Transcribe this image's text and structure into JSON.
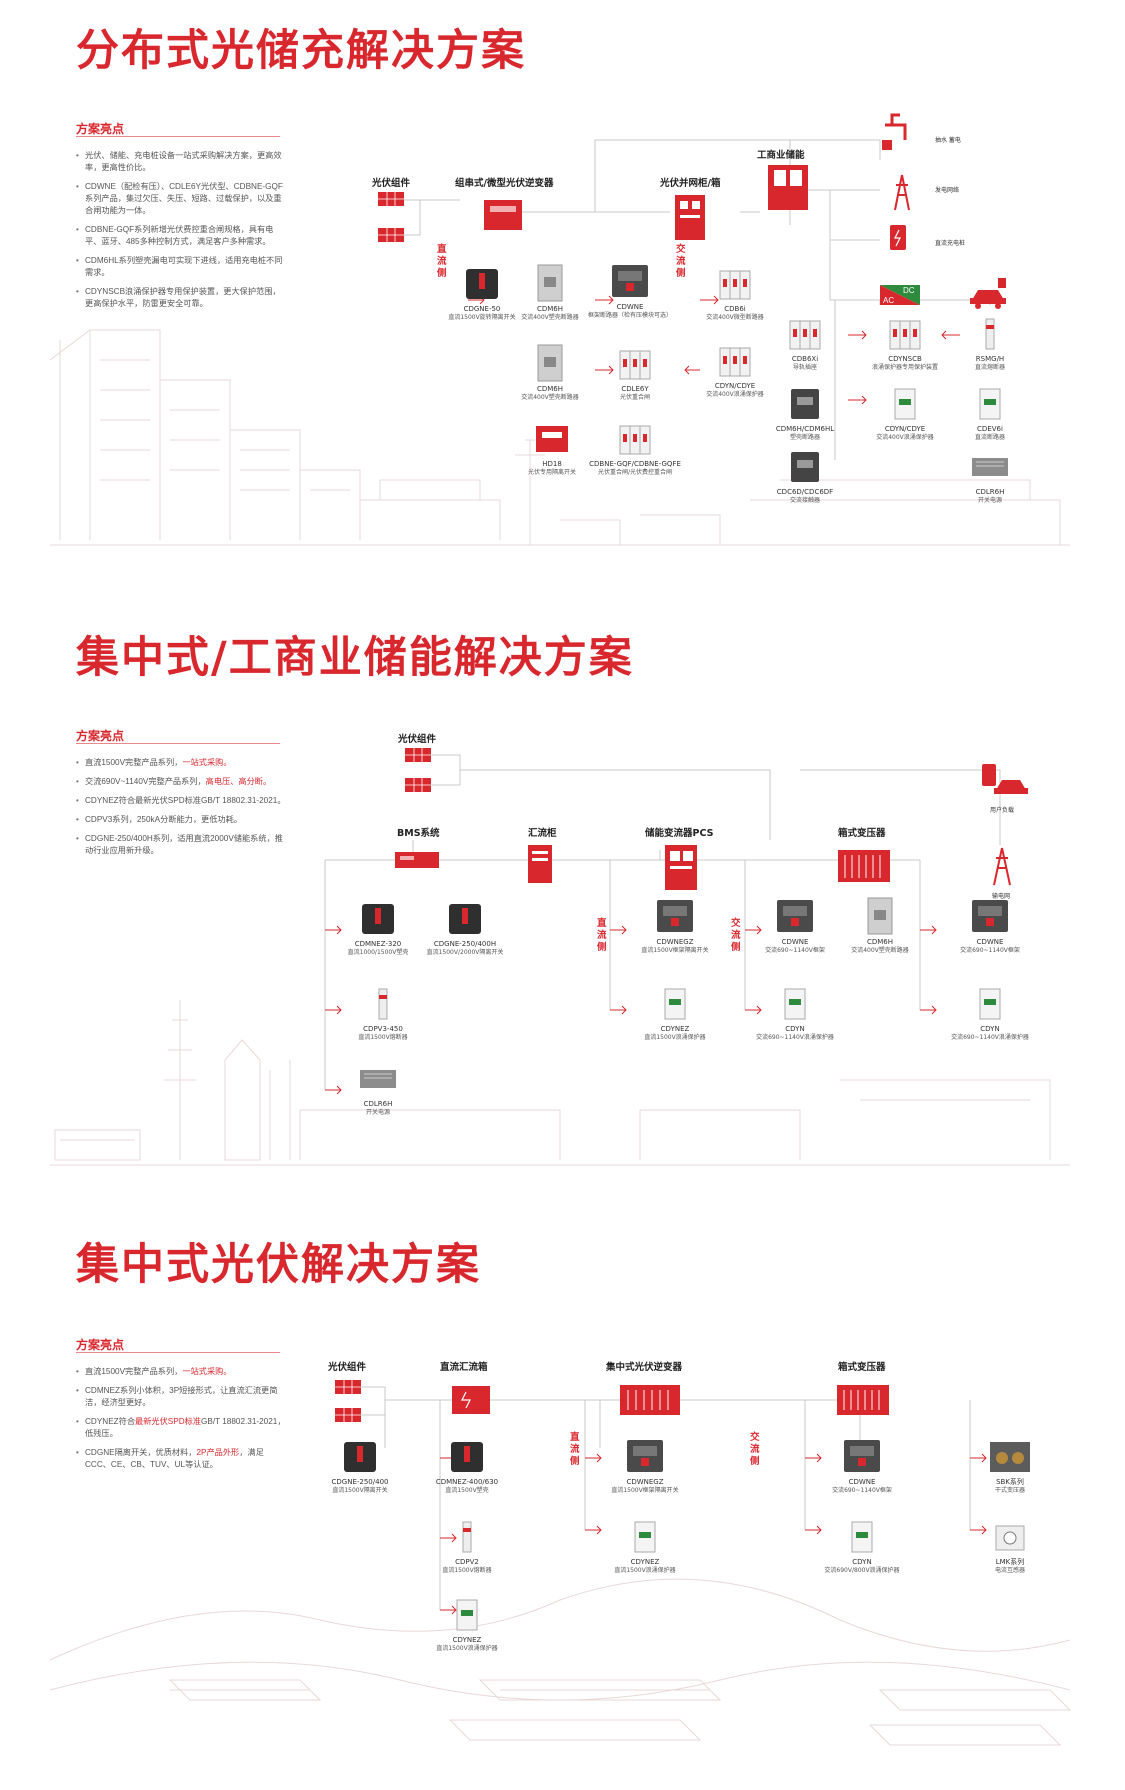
{
  "section1": {
    "title": "分布式光储充解决方案",
    "highlights_title": "方案亮点",
    "highlights": [
      {
        "text": "光伏、储能、充电桩设备一站式采购解决方案，更高效率，更高性价比。"
      },
      {
        "text": "CDWNE（配检有压）、CDLE6Y光伏型、CDBNE-GQF系列产品，集过欠压、失压、短路、过载保护，以及重合闸功能为一体。"
      },
      {
        "text": "CDBNE-GQF系列新增光伏费控重合闸规格，具有电平、蓝牙、485多种控制方式，满足客户多种需求。"
      },
      {
        "text": "CDM6HL系列塑壳漏电可实现下进线，适用充电桩不同需求。"
      },
      {
        "text": "CDYNSCB浪涌保护器专用保护装置，更大保护范围，更高保护水平，防雷更安全可靠。"
      }
    ],
    "nodes": {
      "pv": "光伏组件",
      "inverter": "组串式/微型光伏逆变器",
      "grid_cabinet": "光伏并网柜/箱",
      "storage": "工商业储能"
    },
    "right_icons": {
      "pump": "抽水 蓄电",
      "grid": "发电网络",
      "charger": "直流充电桩"
    },
    "dc_side": "直流侧",
    "ac_side": "交流侧",
    "acdc": {
      "ac": "AC",
      "dc": "DC"
    },
    "devices": [
      {
        "name": "CDGNE-50",
        "desc": "直流1500V旋转隔离开关"
      },
      {
        "name": "CDM6H",
        "desc": "交流400V塑壳断路器"
      },
      {
        "name": "CDWNE",
        "desc": "框架断路器（检有压模块可选）"
      },
      {
        "name": "CDB6i",
        "desc": "交流400V微型断路器"
      },
      {
        "name": "CDM6H",
        "desc": "交流400V塑壳断路器"
      },
      {
        "name": "CDLE6Y",
        "desc": "光伏重合闸"
      },
      {
        "name": "CDYN/CDYE",
        "desc": "交流400V浪涌保护器"
      },
      {
        "name": "HD18",
        "desc": "光伏专用隔离开关"
      },
      {
        "name": "CDBNE-GQF/CDBNE-GQFE",
        "desc": "光伏重合闸/光伏费控重合闸"
      },
      {
        "name": "CDB6Xi",
        "desc": "导轨插座"
      },
      {
        "name": "CDYNSCB",
        "desc": "浪涌保护器专用保护装置"
      },
      {
        "name": "RSMG/H",
        "desc": "直流熔断器"
      },
      {
        "name": "CDM6H/CDM6HL",
        "desc": "塑壳断路器"
      },
      {
        "name": "CDYN/CDYE",
        "desc": "交流400V浪涌保护器"
      },
      {
        "name": "CDEV6i",
        "desc": "直流断路器"
      },
      {
        "name": "CDC6D/CDC6DF",
        "desc": "交流接触器"
      },
      {
        "name": "CDLR6H",
        "desc": "开关电源"
      }
    ]
  },
  "section2": {
    "title": "集中式/工商业储能解决方案",
    "highlights_title": "方案亮点",
    "highlights": [
      {
        "text": "直流1500V完整产品系列，",
        "red": "一站式采购。"
      },
      {
        "text": "交流690V~1140V完整产品系列，",
        "red": "高电压、高分断。"
      },
      {
        "text": "CDYNEZ符合最新光伏SPD标准GB/T 18802.31-2021。"
      },
      {
        "text": "CDPV3系列，250kA分断能力，更低功耗。"
      },
      {
        "text": "CDGNE-250/400H系列，适用直流2000V储能系统，推动行业应用新升级。"
      }
    ],
    "nodes": {
      "pv": "光伏组件",
      "bms": "BMS系统",
      "combiner": "汇流柜",
      "pcs": "储能变流器PCS",
      "transformer": "箱式变压器"
    },
    "right_icons": {
      "load": "用户负载",
      "grid": "输电网"
    },
    "dc_side": "直流侧",
    "ac_side": "交流侧",
    "devices": [
      {
        "name": "CDMNEZ-320",
        "desc": "直流1000/1500V塑壳"
      },
      {
        "name": "CDGNE-250/400H",
        "desc": "直流1500V/2000V隔离开关"
      },
      {
        "name": "CDWNEGZ",
        "desc": "直流1500V框架隔离开关"
      },
      {
        "name": "CDWNE",
        "desc": "交流690~1140V框架"
      },
      {
        "name": "CDM6H",
        "desc": "交流400V塑壳断路器"
      },
      {
        "name": "CDWNE",
        "desc": "交流690~1140V框架"
      },
      {
        "name": "CDPV3-450",
        "desc": "直流1500V熔断器"
      },
      {
        "name": "CDYNEZ",
        "desc": "直流1500V浪涌保护器"
      },
      {
        "name": "CDYN",
        "desc": "交流690~1140V浪涌保护器"
      },
      {
        "name": "CDYN",
        "desc": "交流690~1140V浪涌保护器"
      },
      {
        "name": "CDLR6H",
        "desc": "开关电源"
      }
    ]
  },
  "section3": {
    "title": "集中式光伏解决方案",
    "highlights_title": "方案亮点",
    "highlights": [
      {
        "text": "直流1500V完整产品系列，",
        "red": "一站式采购。"
      },
      {
        "text": "CDMNEZ系列小体积，3P短接形式，让直流汇流更简洁，经济型更好。"
      },
      {
        "text": "CDYNEZ符合",
        "red": "最新光伏SPD标准",
        "tail": "GB/T 18802.31-2021，低残压。"
      },
      {
        "text": "CDGNE隔离开关，优质材料，",
        "red": "2P产品外形",
        "tail": "，满足CCC、CE、CB、TUV、UL等认证。"
      }
    ],
    "nodes": {
      "pv": "光伏组件",
      "combiner": "直流汇流箱",
      "inverter": "集中式光伏逆变器",
      "transformer": "箱式变压器"
    },
    "dc_side": "直流侧",
    "ac_side": "交流侧",
    "devices": [
      {
        "name": "CDGNE-250/400",
        "desc": "直流1500V隔离开关"
      },
      {
        "name": "CDMNEZ-400/630",
        "desc": "直流1500V塑壳"
      },
      {
        "name": "CDWNEGZ",
        "desc": "直流1500V框架隔离开关"
      },
      {
        "name": "CDWNE",
        "desc": "交流690~1140V框架"
      },
      {
        "name": "SBK系列",
        "desc": "干式变压器"
      },
      {
        "name": "CDPV2",
        "desc": "直流1500V熔断器"
      },
      {
        "name": "CDYNEZ",
        "desc": "直流1500V浪涌保护器"
      },
      {
        "name": "CDYN",
        "desc": "交流690V/800V浪涌保护器"
      },
      {
        "name": "LMK系列",
        "desc": "电流互感器"
      },
      {
        "name": "CDYNEZ",
        "desc": "直流1500V浪涌保护器"
      }
    ]
  }
}
